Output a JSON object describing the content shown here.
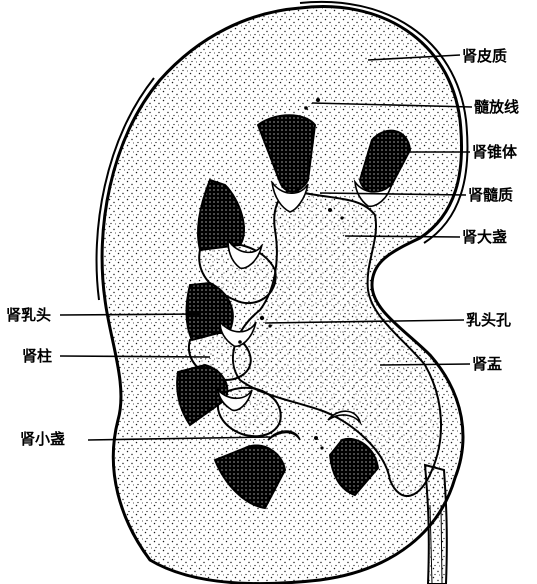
{
  "labels": {
    "renal_cortex": "肾皮质",
    "medullary_ray": "髓放线",
    "renal_pyramid": "肾锥体",
    "renal_medulla": "肾髓质",
    "major_calyx": "肾大盏",
    "renal_papilla": "肾乳头",
    "papillary_foramina": "乳头孔",
    "renal_column": "肾柱",
    "renal_pelvis": "肾盂",
    "minor_calyx": "肾小盏"
  },
  "colors": {
    "ink": "#000000",
    "background": "#ffffff",
    "stipple": "#1a1a1a"
  }
}
